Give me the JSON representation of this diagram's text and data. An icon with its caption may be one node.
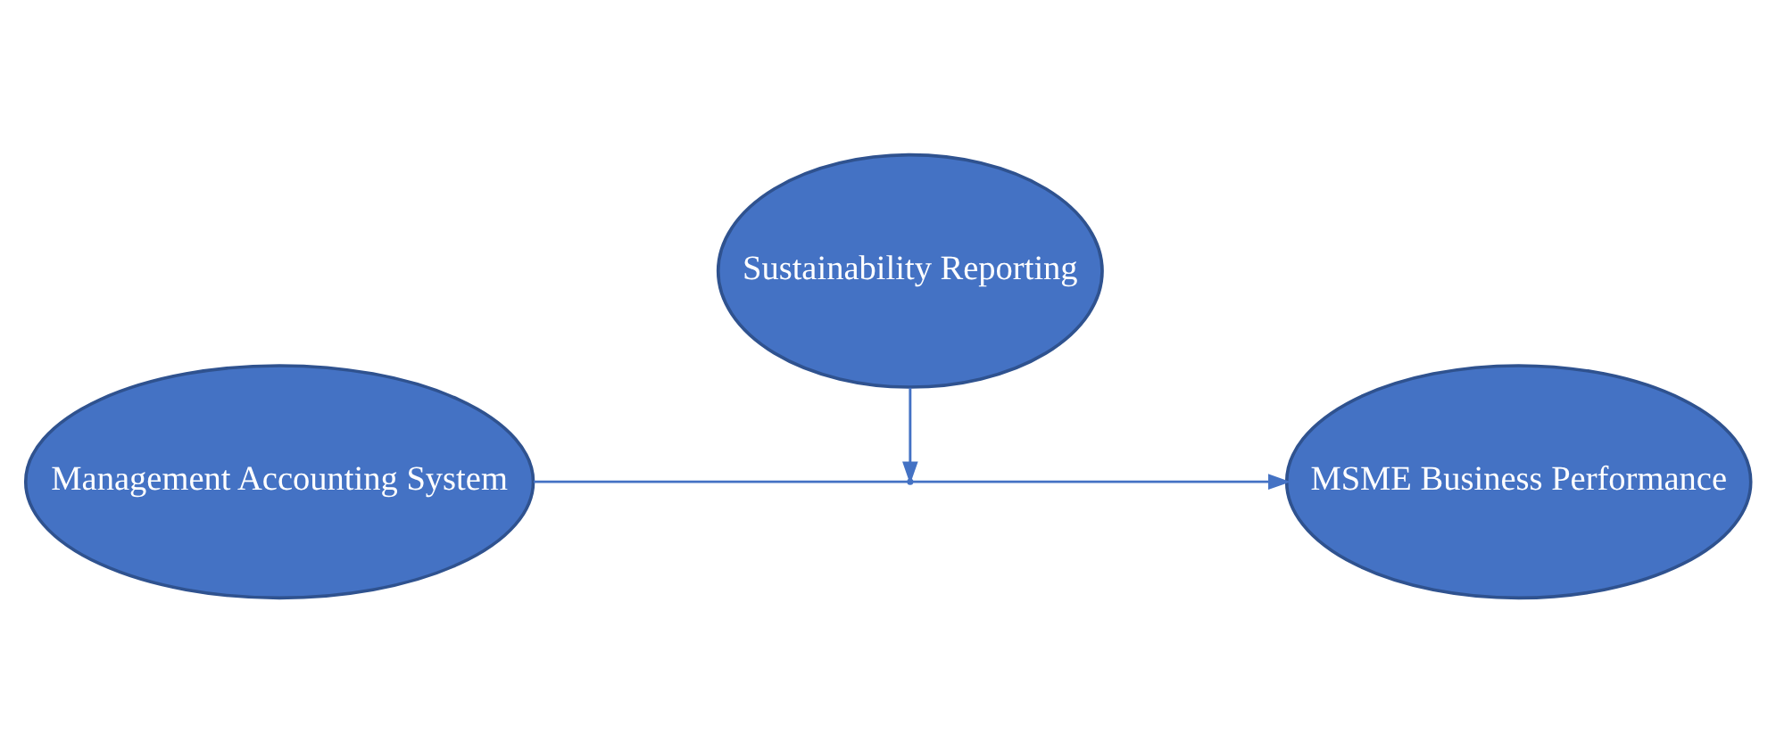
{
  "diagram": {
    "nodes": [
      {
        "text": [
          "Management Accounting System"
        ]
      },
      {
        "text": [
          "MSME Business Performance"
        ]
      },
      {
        "text": [
          "Sustainability Reporting"
        ]
      }
    ],
    "edges": [
      {
        "from": 0,
        "to": 1,
        "arrow": "to"
      },
      {
        "from": 2,
        "to": null,
        "arrow": "to"
      }
    ]
  }
}
